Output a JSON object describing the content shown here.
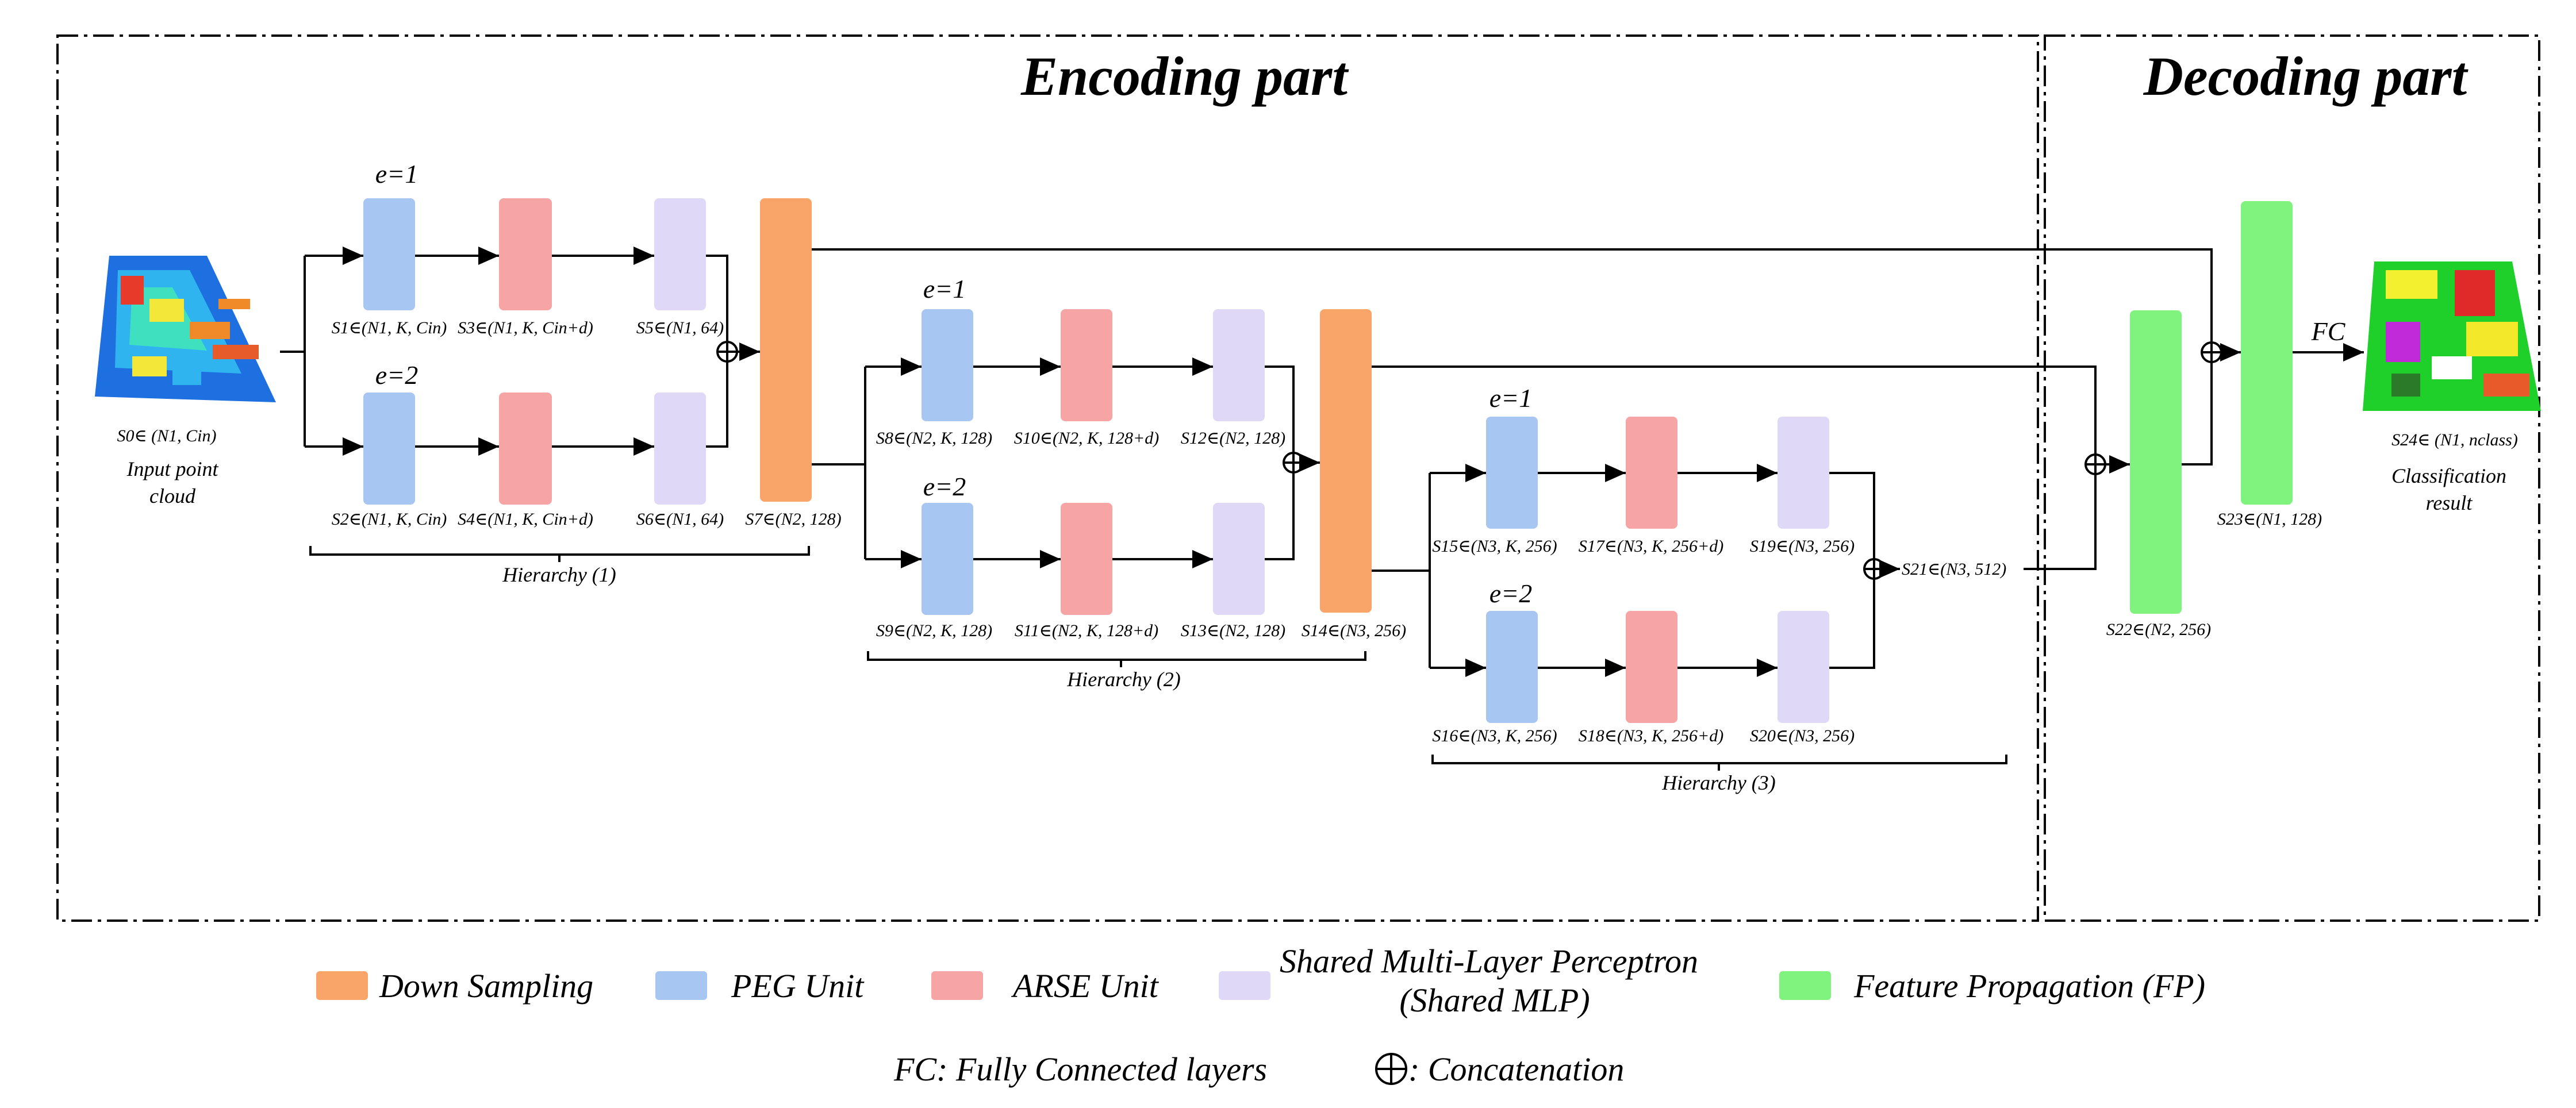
{
  "titles": {
    "encoding": "Encoding part",
    "decoding": "Decoding part"
  },
  "colors": {
    "down_sampling": "#F9A468",
    "peg": "#A8C6F2",
    "arse": "#F6A4A4",
    "mlp": "#E0D8F7",
    "fp": "#80F27E"
  },
  "dilations": {
    "e1": "e=1",
    "e2": "e=2"
  },
  "fc_label": "FC",
  "input": {
    "label": "S0∈ (N1, Cin)",
    "caption_line1": "Input point",
    "caption_line2": "cloud"
  },
  "output": {
    "label": "S24∈ (N1, nclass)",
    "caption_line1": "Classification",
    "caption_line2": "result"
  },
  "hierarchies": [
    {
      "title": "Hierarchy (1)",
      "branch_top": {
        "peg": "S1∈(N1, K, Cin)",
        "arse": "S3∈(N1, K, Cin+d)",
        "mlp": "S5∈(N1, 64)"
      },
      "branch_bottom": {
        "peg": "S2∈(N1, K, Cin)",
        "arse": "S4∈(N1, K, Cin+d)",
        "mlp": "S6∈(N1, 64)"
      },
      "down_sampling": "S7∈(N2, 128)"
    },
    {
      "title": "Hierarchy (2)",
      "branch_top": {
        "peg": "S8∈(N2, K, 128)",
        "arse": "S10∈(N2, K, 128+d)",
        "mlp": "S12∈(N2, 128)"
      },
      "branch_bottom": {
        "peg": "S9∈(N2, K, 128)",
        "arse": "S11∈(N2, K, 128+d)",
        "mlp": "S13∈(N2, 128)"
      },
      "down_sampling": "S14∈(N3, 256)"
    },
    {
      "title": "Hierarchy (3)",
      "branch_top": {
        "peg": "S15∈(N3, K, 256)",
        "arse": "S17∈(N3, K, 256+d)",
        "mlp": "S19∈(N3, 256)"
      },
      "branch_bottom": {
        "peg": "S16∈(N3, K, 256)",
        "arse": "S18∈(N3, K, 256+d)",
        "mlp": "S20∈(N3, 256)"
      },
      "concat_out": "S21∈(N3, 512)"
    }
  ],
  "decoder": {
    "fp1": "S22∈(N2, 256)",
    "fp2": "S23∈(N1, 128)"
  },
  "legend": {
    "down_sampling": "Down Sampling",
    "peg": "PEG Unit",
    "arse": "ARSE Unit",
    "mlp_line1": "Shared Multi-Layer Perceptron",
    "mlp_line2": "(Shared MLP)",
    "fp": "Feature Propagation (FP)",
    "fc": "FC: Fully Connected layers",
    "concat": ": Concatenation"
  }
}
